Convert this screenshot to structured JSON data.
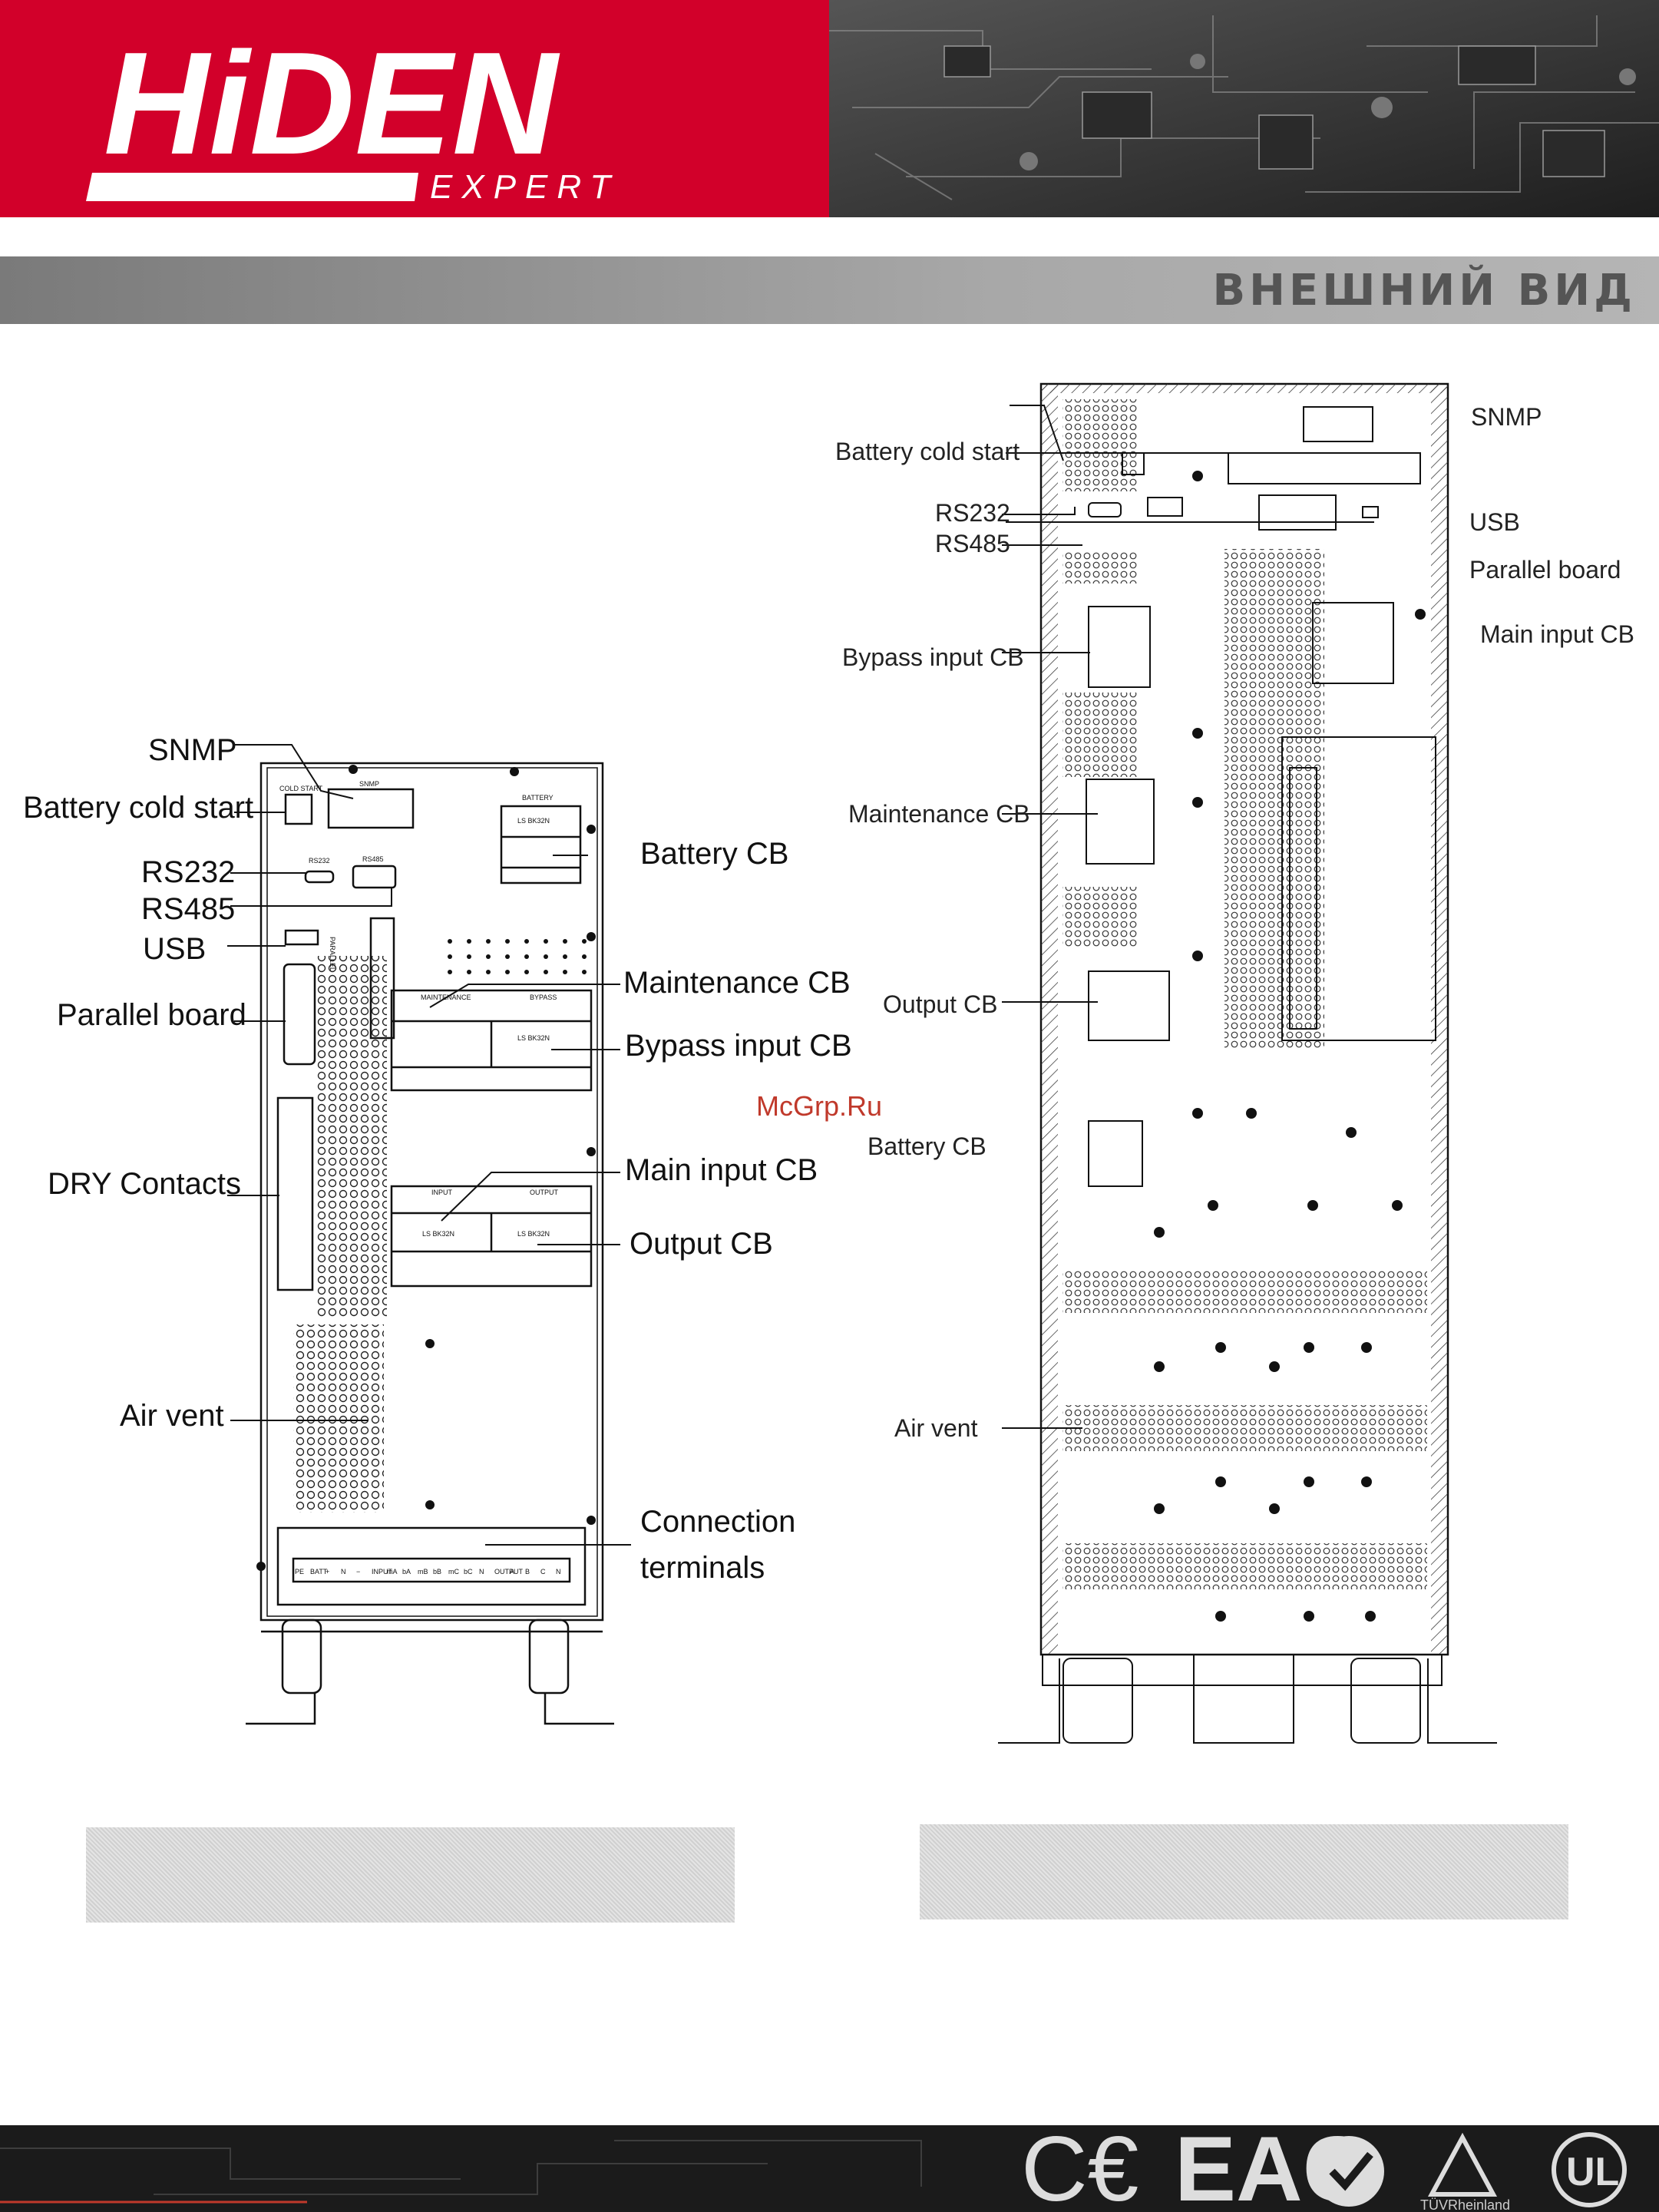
{
  "brand": {
    "name": "HiDEN",
    "sub": "EXPERT",
    "red": "#d2002a"
  },
  "section": {
    "title": "ВНЕШНИЙ ВИД"
  },
  "left_figure": {
    "labels": {
      "snmp": "SNMP",
      "battery_cold_start": "Battery cold start",
      "rs232": "RS232",
      "rs485": "RS485",
      "usb": "USB",
      "parallel_board": "Parallel board",
      "dry_contacts": "DRY Contacts",
      "air_vent": "Air vent",
      "battery_cb": "Battery CB",
      "maintenance_cb": "Maintenance CB",
      "bypass_input_cb": "Bypass input CB",
      "main_input_cb": "Main input CB",
      "output_cb": "Output CB",
      "connection_terminals_1": "Connection",
      "connection_terminals_2": "terminals"
    },
    "panel_text": {
      "cold_start": "COLD START",
      "snmp": "SNMP",
      "battery": "BATTERY",
      "rs232": "RS232",
      "rs485": "RS485",
      "maintenance": "MAINTENANCE",
      "bypass": "BYPASS",
      "input": "INPUT",
      "output": "OUTPUT",
      "breaker": "LS BK32N",
      "parallel": "PARALLEL",
      "terminals": [
        "PE",
        "BATT",
        "+",
        "N",
        "−",
        "INPUT",
        "mA",
        "bA",
        "mB",
        "bB",
        "mC",
        "bC",
        "N",
        "OUTPUT",
        "A",
        "B",
        "C",
        "N"
      ]
    }
  },
  "right_figure": {
    "labels": {
      "battery_cold_start": "Battery cold start",
      "rs232": "RS232",
      "rs485": "RS485",
      "bypass_input_cb": "Bypass input CB",
      "maintenance_cb": "Maintenance CB",
      "output_cb": "Output CB",
      "battery_cb": "Battery CB",
      "air_vent": "Air vent",
      "snmp": "SNMP",
      "usb": "USB",
      "parallel_board": "Parallel board",
      "main_input_cb": "Main input CB"
    }
  },
  "watermark": "McGrp.Ru",
  "footer": {
    "marks": [
      "CE",
      "EAC",
      "check-mark-icon",
      "TUV Rheinland",
      "UL"
    ],
    "tuv_text": "TÜVRheinland"
  }
}
